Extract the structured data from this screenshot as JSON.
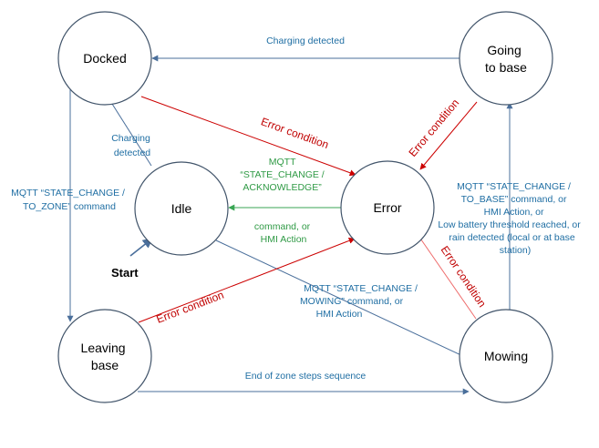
{
  "states": {
    "docked": {
      "lines": [
        "Docked"
      ]
    },
    "going_to_base": {
      "lines": [
        "Going",
        "to base"
      ]
    },
    "idle": {
      "lines": [
        "Idle"
      ]
    },
    "error": {
      "lines": [
        "Error"
      ]
    },
    "leaving_base": {
      "lines": [
        "Leaving",
        "base"
      ]
    },
    "mowing": {
      "lines": [
        "Mowing"
      ]
    }
  },
  "start": {
    "label": "Start"
  },
  "transitions": {
    "going_to_base_to_docked": {
      "lines": [
        "Charging detected"
      ],
      "color": "#1f6ea3"
    },
    "idle_to_docked": {
      "lines": [
        "Charging",
        "detected"
      ],
      "color": "#1f6ea3"
    },
    "docked_to_leaving_base": {
      "lines": [
        "MQTT “STATE_CHANGE /",
        "TO_ZONE” command"
      ],
      "color": "#1f6ea3"
    },
    "error_to_idle": {
      "lines": [
        "MQTT",
        "“STATE_CHANGE /",
        "ACKNOWLEDGE”",
        "command, or",
        "HMI Action"
      ],
      "color": "#2f9a45"
    },
    "idle_to_mowing": {
      "lines": [
        "MQTT “STATE_CHANGE /",
        "MOWING” command, or",
        "HMI Action"
      ],
      "color": "#1f6ea3"
    },
    "mowing_to_going_to_base": {
      "lines": [
        "MQTT “STATE_CHANGE /",
        "TO_BASE” command, or",
        "HMI Action, or",
        "Low battery threshold reached, or",
        "rain detected (local or at base",
        "station)"
      ],
      "color": "#1f6ea3"
    },
    "leaving_base_to_mowing": {
      "lines": [
        "End of zone steps sequence"
      ],
      "color": "#1f6ea3"
    },
    "docked_to_error": {
      "lines": [
        "Error  condition"
      ],
      "color": "#c00000"
    },
    "going_to_base_to_error": {
      "lines": [
        "Error condition"
      ],
      "color": "#c00000"
    },
    "leaving_base_to_error": {
      "lines": [
        "Error  condition"
      ],
      "color": "#c00000"
    },
    "mowing_to_error": {
      "lines": [
        "Error condition"
      ],
      "color": "#c00000"
    }
  }
}
